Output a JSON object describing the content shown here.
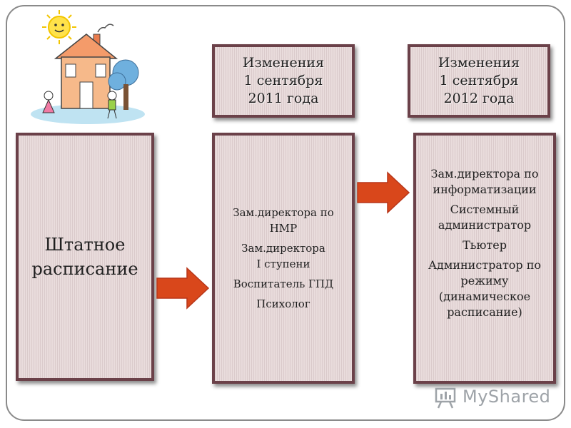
{
  "left_box": {
    "lines": [
      "Штатное",
      "расписание"
    ]
  },
  "header_2011": {
    "lines": [
      "Изменения",
      "1 сентября",
      "2011 года"
    ]
  },
  "header_2012": {
    "lines": [
      "Изменения",
      "1 сентября",
      "2012 года"
    ]
  },
  "box_2011": {
    "items": [
      "Зам.директора по НМР",
      "Зам.директора",
      "I ступени",
      "Воспитатель ГПД",
      "Психолог"
    ]
  },
  "box_2012": {
    "items": [
      "Зам.директора по информатизации",
      "Системный администратор",
      "Тьютер",
      "Администратор по режиму (динамическое расписание)"
    ]
  },
  "watermark": {
    "text": "MyShared"
  },
  "colors": {
    "box_fill": "#e9dcdc",
    "box_border": "#6b4149",
    "arrow": "#d9471b",
    "frame": "#8a8a8a"
  }
}
